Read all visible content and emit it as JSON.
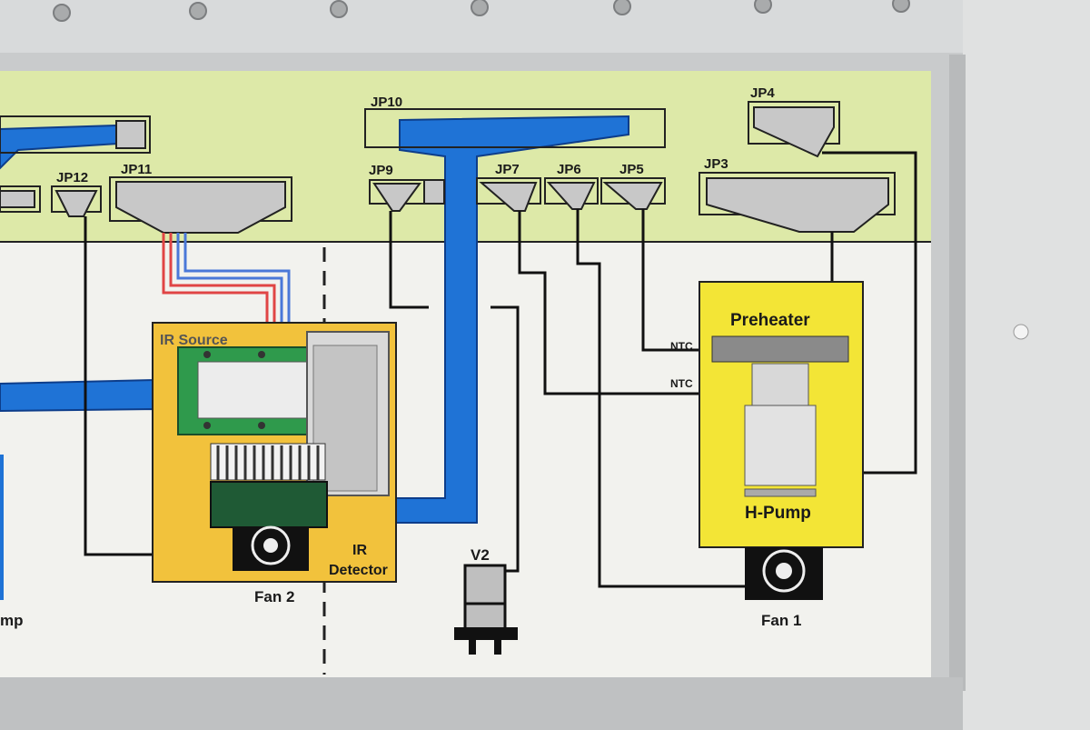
{
  "colors": {
    "panel_metal": "#c9cbcc",
    "header_green": "#dde9a8",
    "body_white": "#f2f2ee",
    "pipe_blue": "#1f73d6",
    "ir_orange": "#f2c23c",
    "pump_yellow": "#f3e536",
    "circuit_green": "#2f9a4c",
    "dark_green": "#1f5a35",
    "connector_gray": "#c8c8c8",
    "wire_red": "#e04545",
    "wire_blue": "#4a78d8"
  },
  "connectors": {
    "jp12": "JP12",
    "jp11": "JP11",
    "jp10": "JP10",
    "jp9": "JP9",
    "jp7": "JP7",
    "jp6": "JP6",
    "jp5": "JP5",
    "jp4": "JP4",
    "jp3": "JP3"
  },
  "components": {
    "ir_source": "IR Source",
    "ir_detector_line1": "IR",
    "ir_detector_line2": "Detector",
    "fan2": "Fan 2",
    "fan1": "Fan 1",
    "v2": "V2",
    "preheater": "Preheater",
    "h_pump": "H-Pump",
    "ntc_top": "NTC",
    "ntc_bottom": "NTC",
    "pump_partial": "mp"
  }
}
